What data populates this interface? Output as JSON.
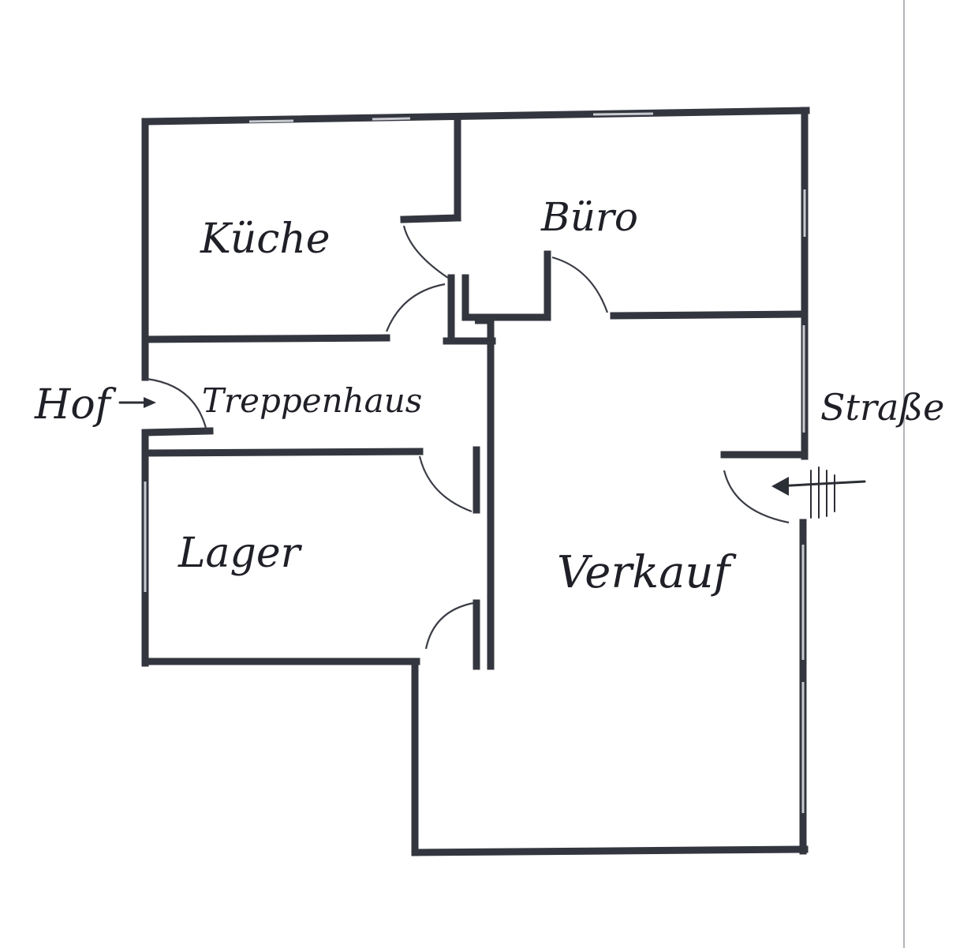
{
  "rooms": {
    "kueche": "Küche",
    "buero": "Büro",
    "treppenhaus": "Treppenhaus",
    "lager": "Lager",
    "verkauf": "Verkauf"
  },
  "entrances": {
    "hof": "Hof",
    "strasse": "Straße"
  },
  "colors": {
    "wall": "#34363f",
    "ink": "#1f2027",
    "paper": "#ffffff"
  }
}
